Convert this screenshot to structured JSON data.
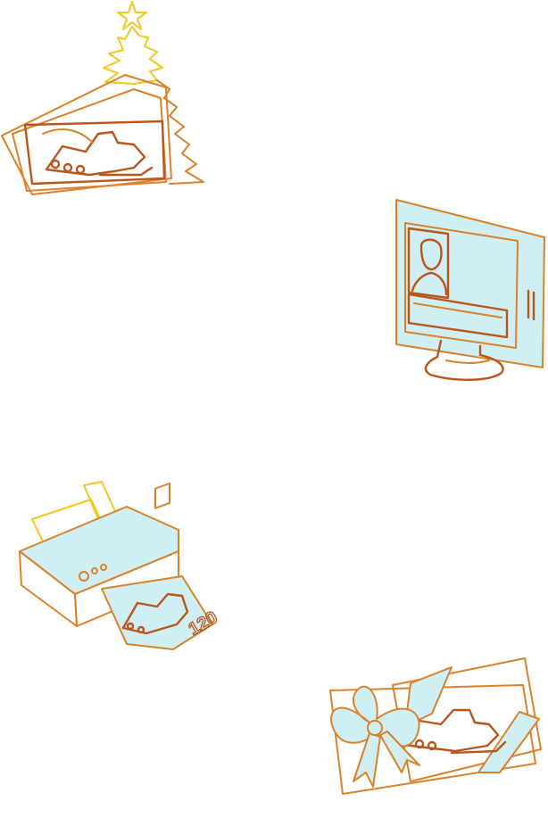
{
  "illustrations": [
    {
      "id": "christmas-tree-cards",
      "icon": "christmas-tree-with-snowmobile-cards-icon"
    },
    {
      "id": "computer-monitor",
      "icon": "monitor-with-portrait-icon"
    },
    {
      "id": "printer",
      "icon": "printer-printing-snowmobile-voucher-icon"
    },
    {
      "id": "gift-voucher",
      "icon": "gift-envelope-with-bow-icon"
    }
  ],
  "printer": {
    "voucher_value": "120"
  },
  "colors": {
    "outline": "#d9822b",
    "outline_dark": "#b8561c",
    "highlight": "#f2c81e",
    "fill": "#cfeff4"
  }
}
